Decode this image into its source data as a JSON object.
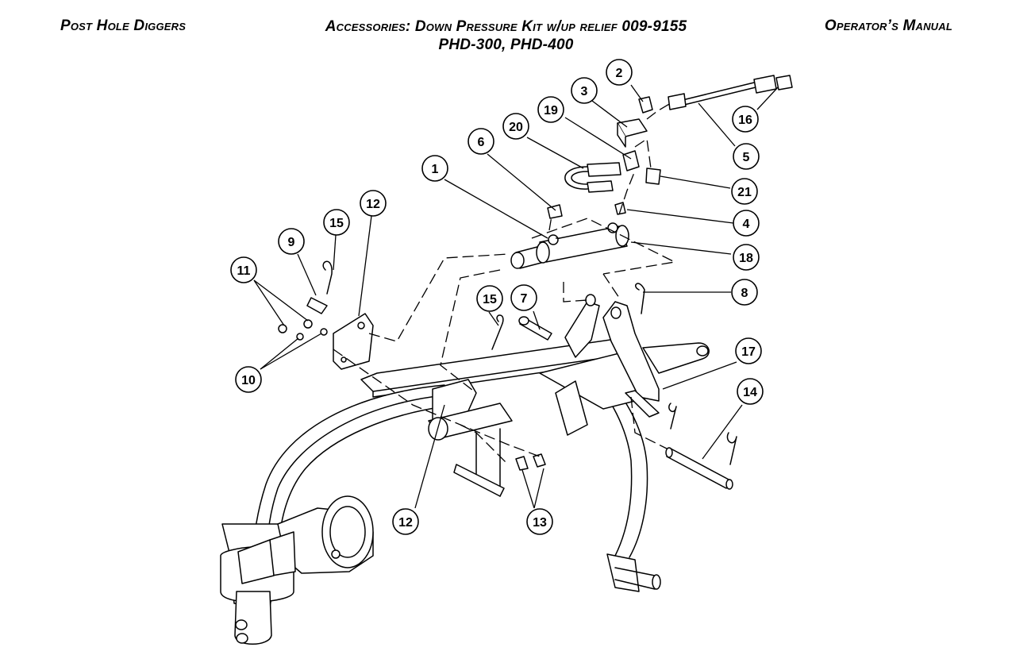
{
  "header": {
    "left": "Post Hole Diggers",
    "center_line1": "Accessories: Down Pressure Kit w/up relief 009-9155",
    "center_line2": "PHD-300, PHD-400",
    "right": "Operator’s Manual"
  },
  "callouts": [
    {
      "id": "c1",
      "label": "1"
    },
    {
      "id": "c2",
      "label": "2"
    },
    {
      "id": "c3",
      "label": "3"
    },
    {
      "id": "c4",
      "label": "4"
    },
    {
      "id": "c5",
      "label": "5"
    },
    {
      "id": "c6",
      "label": "6"
    },
    {
      "id": "c7",
      "label": "7"
    },
    {
      "id": "c8",
      "label": "8"
    },
    {
      "id": "c9",
      "label": "9"
    },
    {
      "id": "c10",
      "label": "10"
    },
    {
      "id": "c11",
      "label": "11"
    },
    {
      "id": "c12a",
      "label": "12"
    },
    {
      "id": "c12b",
      "label": "12"
    },
    {
      "id": "c13",
      "label": "13"
    },
    {
      "id": "c14",
      "label": "14"
    },
    {
      "id": "c15a",
      "label": "15"
    },
    {
      "id": "c15b",
      "label": "15"
    },
    {
      "id": "c16",
      "label": "16"
    },
    {
      "id": "c17",
      "label": "17"
    },
    {
      "id": "c18",
      "label": "18"
    },
    {
      "id": "c19",
      "label": "19"
    },
    {
      "id": "c20",
      "label": "20"
    },
    {
      "id": "c21",
      "label": "21"
    }
  ]
}
